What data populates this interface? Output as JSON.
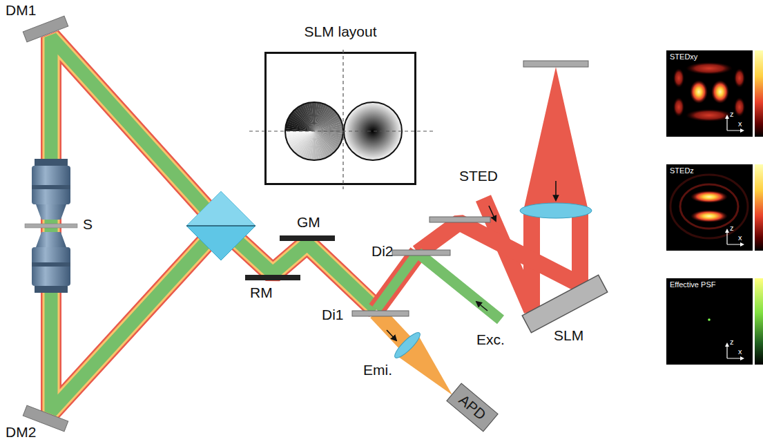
{
  "diagram": {
    "nodes": [
      {
        "text": [
          "SLM layout"
        ]
      },
      {
        "text": [
          "APD"
        ]
      },
      {
        "text": [
          "STEDxy",
          "z",
          "x"
        ]
      },
      {
        "text": [
          "STEDz",
          "z",
          "x"
        ]
      },
      {
        "text": [
          "Effective PSF",
          "z",
          "x"
        ]
      }
    ],
    "labels": [
      "DM1",
      "DM2",
      "S",
      "GM",
      "RM",
      "Di2",
      "Di1",
      "STED",
      "Exc.",
      "Emi.",
      "SLM"
    ]
  }
}
